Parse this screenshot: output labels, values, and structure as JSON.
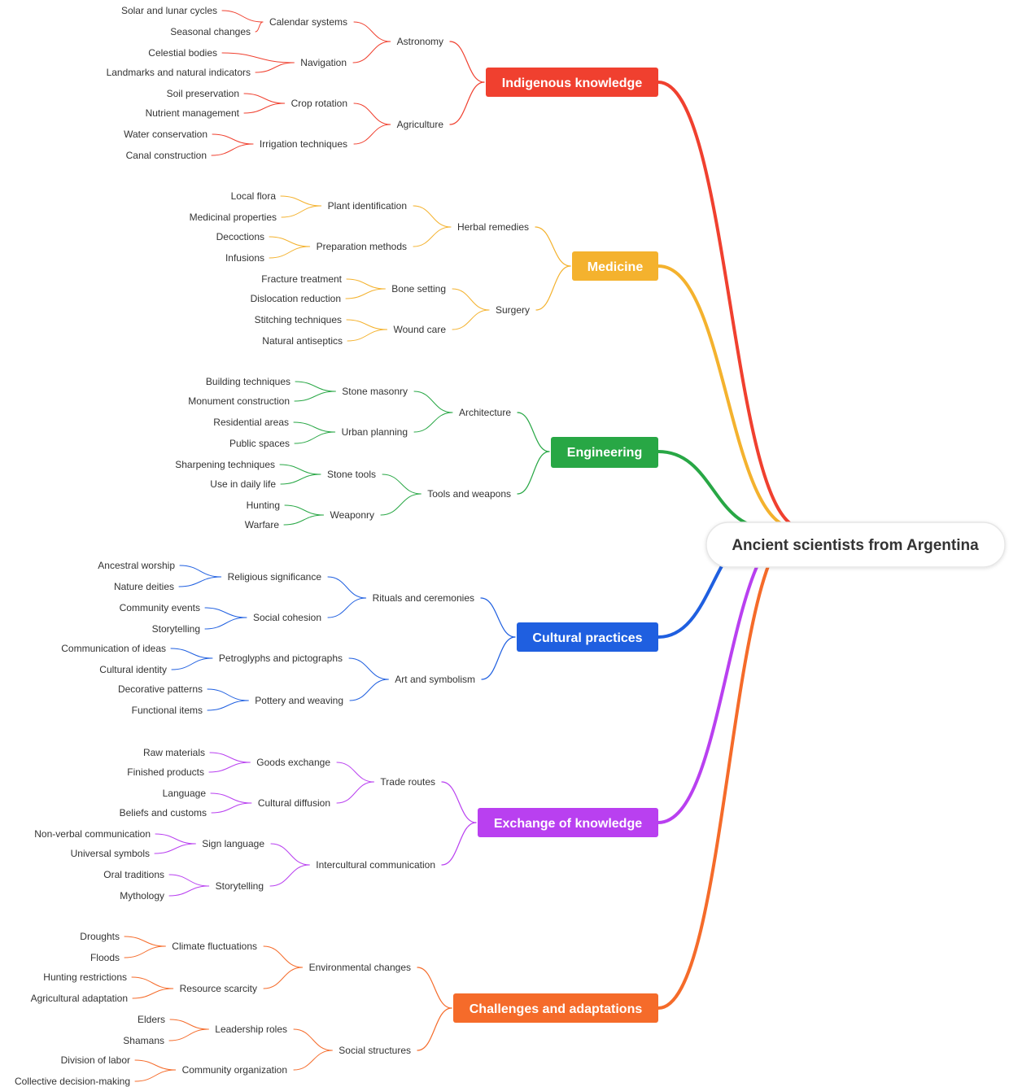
{
  "root": "Ancient scientists from Argentina",
  "branches": [
    {
      "label": "Indigenous knowledge",
      "color": "#f0402f",
      "children": [
        {
          "label": "Astronomy",
          "children": [
            {
              "label": "Calendar systems",
              "children": [
                "Solar and lunar cycles",
                "Seasonal changes"
              ]
            },
            {
              "label": "Navigation",
              "children": [
                "Celestial bodies",
                "Landmarks and natural indicators"
              ]
            }
          ]
        },
        {
          "label": "Agriculture",
          "children": [
            {
              "label": "Crop rotation",
              "children": [
                "Soil preservation",
                "Nutrient management"
              ]
            },
            {
              "label": "Irrigation techniques",
              "children": [
                "Water conservation",
                "Canal construction"
              ]
            }
          ]
        }
      ]
    },
    {
      "label": "Medicine",
      "color": "#f4b22e",
      "children": [
        {
          "label": "Herbal remedies",
          "children": [
            {
              "label": "Plant identification",
              "children": [
                "Local flora",
                "Medicinal properties"
              ]
            },
            {
              "label": "Preparation methods",
              "children": [
                "Decoctions",
                "Infusions"
              ]
            }
          ]
        },
        {
          "label": "Surgery",
          "children": [
            {
              "label": "Bone setting",
              "children": [
                "Fracture treatment",
                "Dislocation reduction"
              ]
            },
            {
              "label": "Wound care",
              "children": [
                "Stitching techniques",
                "Natural antiseptics"
              ]
            }
          ]
        }
      ]
    },
    {
      "label": "Engineering",
      "color": "#28a745",
      "children": [
        {
          "label": "Architecture",
          "children": [
            {
              "label": "Stone masonry",
              "children": [
                "Building techniques",
                "Monument construction"
              ]
            },
            {
              "label": "Urban planning",
              "children": [
                "Residential areas",
                "Public spaces"
              ]
            }
          ]
        },
        {
          "label": "Tools and weapons",
          "children": [
            {
              "label": "Stone tools",
              "children": [
                "Sharpening techniques",
                "Use in daily life"
              ]
            },
            {
              "label": "Weaponry",
              "children": [
                "Hunting",
                "Warfare"
              ]
            }
          ]
        }
      ]
    },
    {
      "label": "Cultural practices",
      "color": "#1f5fe0",
      "children": [
        {
          "label": "Rituals and ceremonies",
          "children": [
            {
              "label": "Religious significance",
              "children": [
                "Ancestral worship",
                "Nature deities"
              ]
            },
            {
              "label": "Social cohesion",
              "children": [
                "Community events",
                "Storytelling"
              ]
            }
          ]
        },
        {
          "label": "Art and symbolism",
          "children": [
            {
              "label": "Petroglyphs and pictographs",
              "children": [
                "Communication of ideas",
                "Cultural identity"
              ]
            },
            {
              "label": "Pottery and weaving",
              "children": [
                "Decorative patterns",
                "Functional items"
              ]
            }
          ]
        }
      ]
    },
    {
      "label": "Exchange of knowledge",
      "color": "#b940f0",
      "children": [
        {
          "label": "Trade routes",
          "children": [
            {
              "label": "Goods exchange",
              "children": [
                "Raw materials",
                "Finished products"
              ]
            },
            {
              "label": "Cultural diffusion",
              "children": [
                "Language",
                "Beliefs and customs"
              ]
            }
          ]
        },
        {
          "label": "Intercultural communication",
          "children": [
            {
              "label": "Sign language",
              "children": [
                "Non-verbal communication",
                "Universal symbols"
              ]
            },
            {
              "label": "Storytelling",
              "children": [
                "Oral traditions",
                "Mythology"
              ]
            }
          ]
        }
      ]
    },
    {
      "label": "Challenges and adaptations",
      "color": "#f56b2a",
      "children": [
        {
          "label": "Environmental changes",
          "children": [
            {
              "label": "Climate fluctuations",
              "children": [
                "Droughts",
                "Floods"
              ]
            },
            {
              "label": "Resource scarcity",
              "children": [
                "Hunting restrictions",
                "Agricultural adaptation"
              ]
            }
          ]
        },
        {
          "label": "Social structures",
          "children": [
            {
              "label": "Leadership roles",
              "children": [
                "Elders",
                "Shamans"
              ]
            },
            {
              "label": "Community organization",
              "children": [
                "Division of labor",
                "Collective decision-making"
              ]
            }
          ]
        }
      ]
    }
  ]
}
